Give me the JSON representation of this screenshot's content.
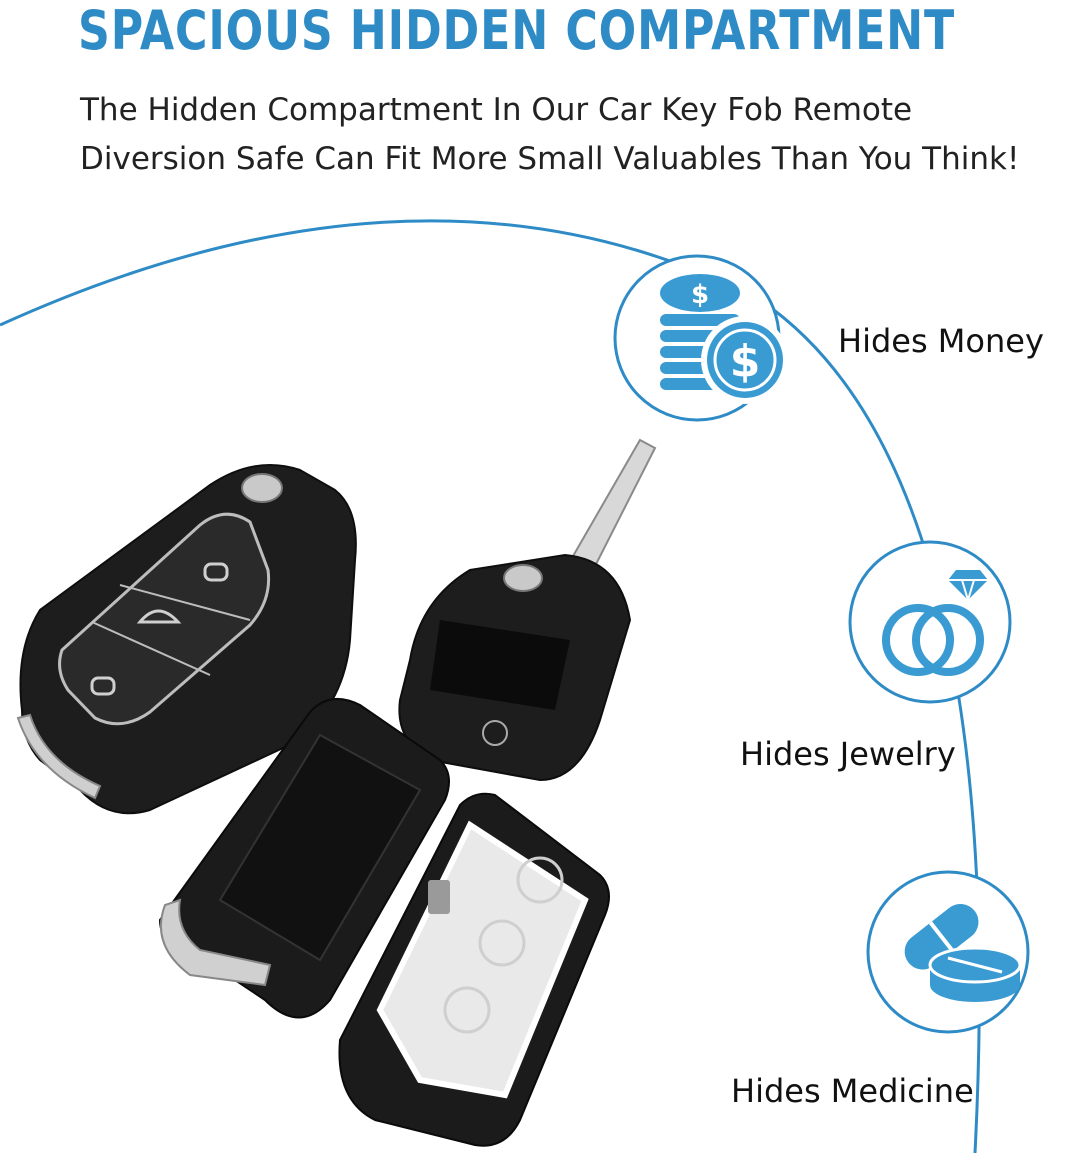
{
  "header": {
    "title": "SPACIOUS HIDDEN COMPARTMENT",
    "subtitle_line1": "The Hidden Compartment In Our Car Key Fob Remote",
    "subtitle_line2": "Diversion Safe Can Fit More Small Valuables Than You Think!"
  },
  "features": [
    {
      "label": "Hides Money",
      "icon": "money-coins-icon"
    },
    {
      "label": "Hides Jewelry",
      "icon": "diamond-rings-icon"
    },
    {
      "label": "Hides Medicine",
      "icon": "pills-icon"
    }
  ],
  "colors": {
    "accent": "#2E8BC6",
    "icon_fill": "#3A9BD3",
    "fob_dark": "#1d1d1d",
    "text": "#111111"
  }
}
